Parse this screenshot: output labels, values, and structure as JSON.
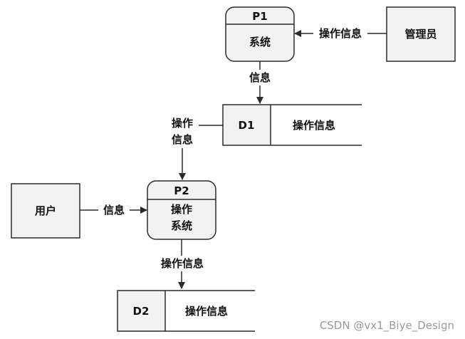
{
  "processes": [
    {
      "id": "P1",
      "name": "系统"
    },
    {
      "id": "P2",
      "name_line1": "操作",
      "name_line2": "系统"
    }
  ],
  "entities": [
    {
      "name": "管理员"
    },
    {
      "name": "用户"
    }
  ],
  "stores": [
    {
      "id": "D1",
      "name": "操作信息"
    },
    {
      "id": "D2",
      "name": "操作信息"
    }
  ],
  "flows": {
    "admin_to_p1": "操作信息",
    "p1_to_d1": "信息",
    "d1_to_p2_line1": "操作",
    "d1_to_p2_line2": "信息",
    "user_to_p2": "信息",
    "p2_to_d2": "操作信息"
  },
  "watermark": "CSDN @vx1_Biye_Design",
  "colors": {
    "box_fill": "#f2f2f2",
    "line": "#2b2b2b",
    "text": "#111111"
  }
}
